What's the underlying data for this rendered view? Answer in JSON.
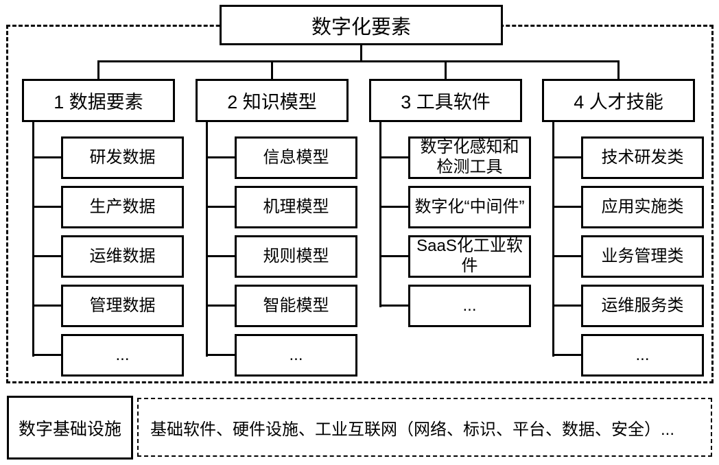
{
  "diagram": {
    "title": "数字化要素",
    "categories": [
      {
        "label": "1 数据要素",
        "children": [
          "研发数据",
          "生产数据",
          "运维数据",
          "管理数据",
          "..."
        ]
      },
      {
        "label": "2 知识模型",
        "children": [
          "信息模型",
          "机理模型",
          "规则模型",
          "智能模型",
          "..."
        ]
      },
      {
        "label": "3 工具软件",
        "children": [
          "数字化感知和检测工具",
          "数字化“中间件”",
          "SaaS化工业软件",
          "..."
        ]
      },
      {
        "label": "4 人才技能",
        "children": [
          "技术研发类",
          "应用实施类",
          "业务管理类",
          "运维服务类",
          "..."
        ]
      }
    ],
    "infrastructure": {
      "label": "数字基础设施",
      "content": "基础软件、硬件设施、工业互联网（网络、标识、平台、数据、安全）..."
    },
    "colors": {
      "line": "#000000",
      "background": "#ffffff",
      "text": "#000000"
    }
  }
}
